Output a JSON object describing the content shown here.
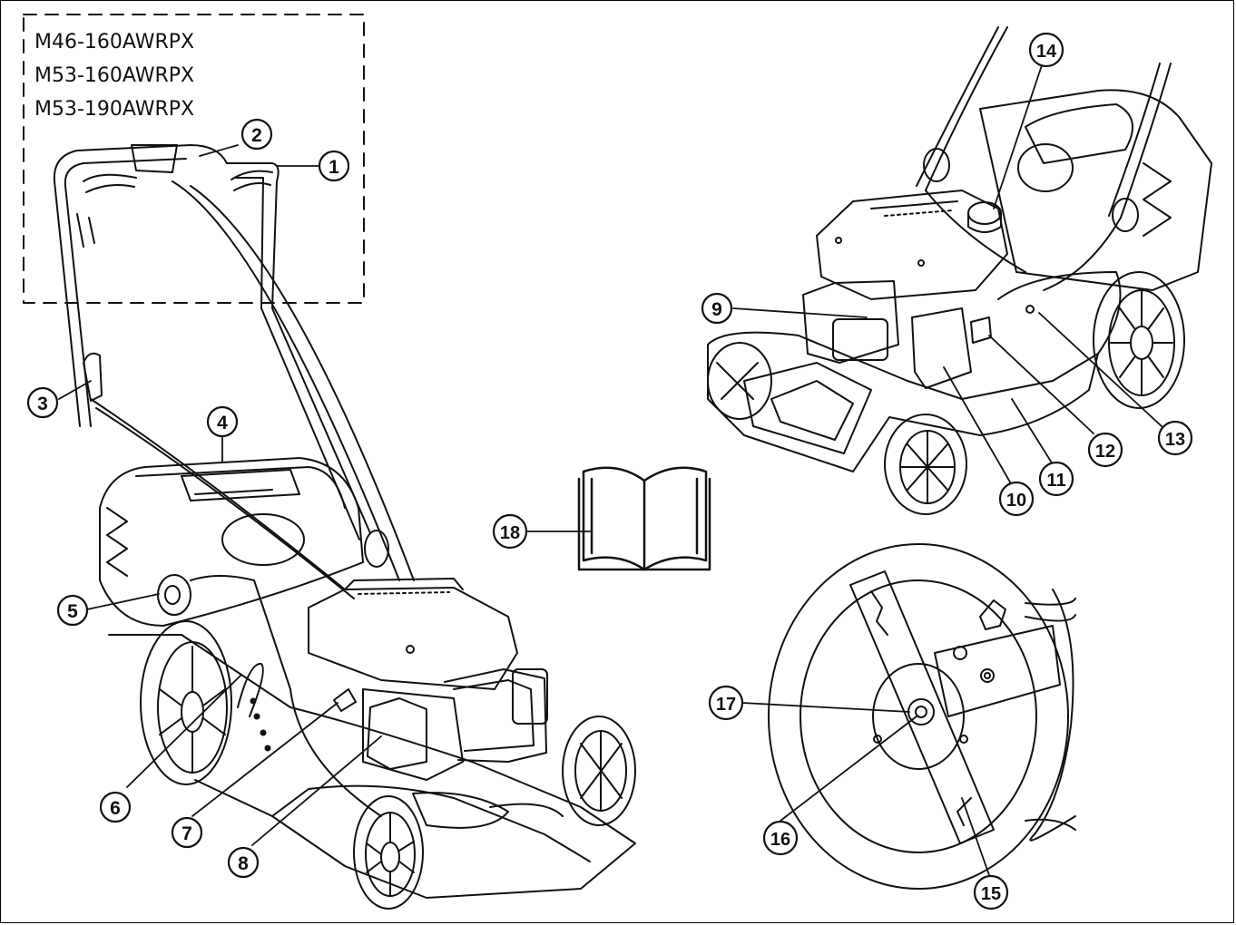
{
  "models": [
    "M46-160AWRPX",
    "M53-160AWRPX",
    "M53-190AWRPX"
  ],
  "callouts": [
    "1",
    "2",
    "3",
    "4",
    "5",
    "6",
    "7",
    "8",
    "9",
    "10",
    "11",
    "12",
    "13",
    "14",
    "15",
    "16",
    "17",
    "18"
  ],
  "icons": {
    "manual": "open-book-icon",
    "mower_left": "lawn-mower-rear-view",
    "mower_right": "lawn-mower-front-view",
    "blade": "mower-deck-underside-blade"
  }
}
